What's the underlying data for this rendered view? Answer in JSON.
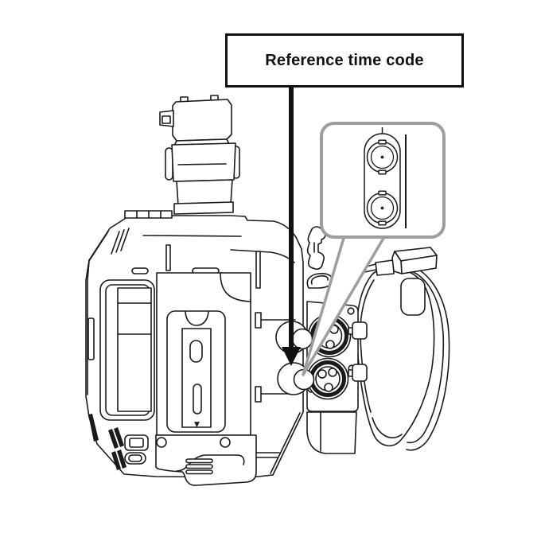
{
  "page": {
    "type": "camera-manual-annotation-diagram",
    "background": "#ffffff"
  },
  "annotation": {
    "label": "Reference time code"
  },
  "camera": {
    "battery_slider_marker": "▼"
  },
  "icons": {
    "pointer": "down-arrow-icon",
    "callout": "timecode-bnc-connectors-closeup",
    "illustration": "camcorder-rear-side-line-art"
  },
  "colors": {
    "line": "#1a1a1a",
    "callout_border": "#9e9e9e",
    "arrow": "#111111",
    "label_box_border": "#111111",
    "background": "#ffffff"
  }
}
